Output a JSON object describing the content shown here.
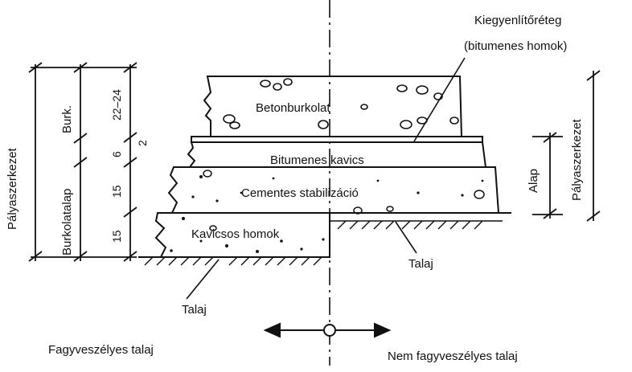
{
  "layers": {
    "concrete": "Betonburkolat",
    "bitumen_gravel": "Bitumenes kavics",
    "cement": "Cementes stabilizáció",
    "sand_gravel": "Kavicsos homok"
  },
  "leveling": {
    "line1": "Kiegyenlítőréteg",
    "line2": "(bitumenes homok)"
  },
  "soil_left": "Talaj",
  "soil_right": "Talaj",
  "frost_left": "Fagyveszélyes talaj",
  "frost_right": "Nem fagyveszélyes talaj",
  "left_dims": {
    "structure": "Pályaszerkezet",
    "base_course": "Burkolatalap",
    "pavement": "Burk.",
    "d_22_24": "22–24",
    "d_2": "2",
    "d_6": "6",
    "d_15a": "15",
    "d_15b": "15"
  },
  "right_dims": {
    "base": "Alap",
    "structure": "Pályaszerkezet"
  },
  "colors": {
    "ink": "#111111",
    "background": "#ffffff"
  }
}
